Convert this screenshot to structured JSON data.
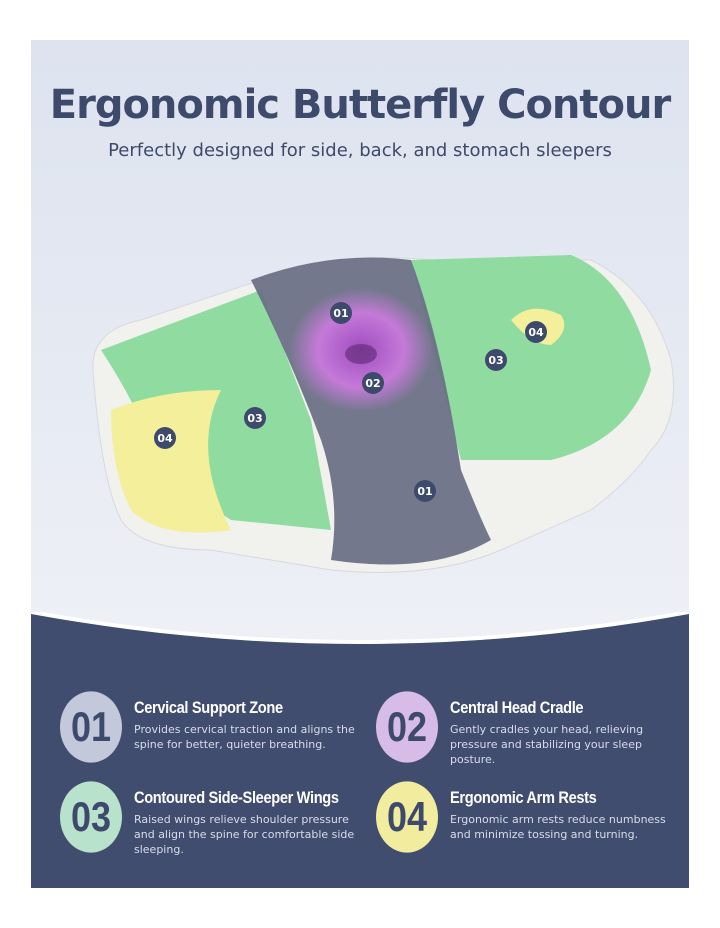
{
  "header": {
    "title": "Ergonomic Butterfly Contour",
    "subtitle": "Perfectly designed for side, back, and stomach sleepers"
  },
  "pillow_labels": {
    "top_center": "01",
    "center": "02",
    "right_wing": "03",
    "right_rest": "04",
    "left_wing": "03",
    "left_rest": "04",
    "bottom_center": "01"
  },
  "features": [
    {
      "number": "01",
      "title": "Cervical Support Zone",
      "description": "Provides cervical traction and aligns the spine for better, quieter breathing.",
      "color": "#c3c8da"
    },
    {
      "number": "02",
      "title": "Central Head Cradle",
      "description": "Gently cradles your head, relieving pressure and stabilizing your sleep posture.",
      "color": "#d6bce6"
    },
    {
      "number": "03",
      "title": "Contoured Side-Sleeper Wings",
      "description": "Raised wings relieve shoulder pressure and align the spine for comfortable side sleeping.",
      "color": "#b9e2cc"
    },
    {
      "number": "04",
      "title": "Ergonomic Arm Rests",
      "description": "Ergonomic arm rests reduce numbness and minimize tossing and turning.",
      "color": "#f1ec9e"
    }
  ],
  "colors": {
    "panel": "#414d6e",
    "title": "#3e4a6b",
    "zone_01": "#6b7186",
    "zone_02": "#b866d0",
    "zone_03": "#8fdba0",
    "zone_04": "#f3ef9a"
  }
}
